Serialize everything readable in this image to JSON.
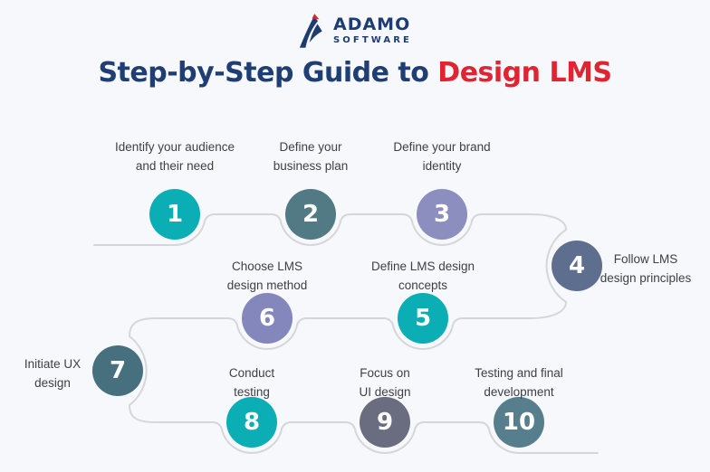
{
  "background_color": "#f7f8fc",
  "logo": {
    "name": "ADAMO",
    "subtitle": "SOFTWARE",
    "navy_color": "#1e3c72",
    "red_color": "#e0242e",
    "icon": "adamo-logo-icon"
  },
  "title": {
    "prefix": "Step-by-Step Guide to ",
    "highlight": "Design LMS",
    "prefix_color": "#1e3e74",
    "highlight_color": "#e02431"
  },
  "flow_path": {
    "color": "#d6d6da",
    "description": "winding connector line through steps 1-10"
  },
  "steps": [
    {
      "number": "1",
      "line1": "Identify your audience",
      "line2": "and their need",
      "color": "#0caeb5"
    },
    {
      "number": "2",
      "line1": "Define your",
      "line2": "business plan",
      "color": "#527a84"
    },
    {
      "number": "3",
      "line1": "Define your brand",
      "line2": "identity",
      "color": "#8c8ec0"
    },
    {
      "number": "4",
      "line1": "Follow LMS",
      "line2": "design principles",
      "color": "#5d6e8e"
    },
    {
      "number": "5",
      "line1": "Define LMS design",
      "line2": "concepts",
      "color": "#0caeb5"
    },
    {
      "number": "6",
      "line1": "Choose LMS",
      "line2": "design method",
      "color": "#8487bb"
    },
    {
      "number": "7",
      "line1": "Initiate UX",
      "line2": "design",
      "color": "#47707e"
    },
    {
      "number": "8",
      "line1": "Conduct",
      "line2": "testing",
      "color": "#0caeb5"
    },
    {
      "number": "9",
      "line1": "Focus on",
      "line2": "UI design",
      "color": "#6a6c80"
    },
    {
      "number": "10",
      "line1": "Testing and final",
      "line2": "development",
      "color": "#567e8c"
    }
  ]
}
